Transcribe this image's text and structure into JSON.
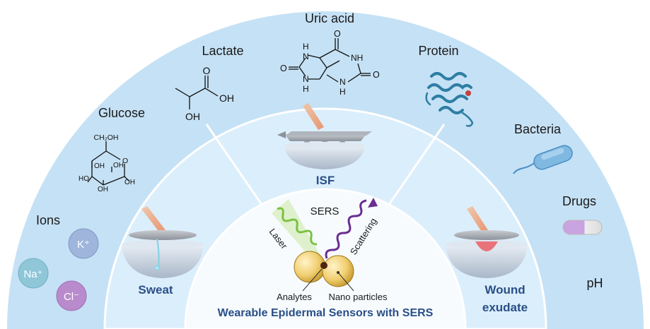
{
  "outer_labels": {
    "ions": "Ions",
    "glucose": "Glucose",
    "lactate": "Lactate",
    "uric_acid": "Uric acid",
    "protein": "Protein",
    "bacteria": "Bacteria",
    "drugs": "Drugs",
    "ph": "pH"
  },
  "ions": {
    "k": "K⁺",
    "na": "Na⁺",
    "cl": "Cl⁻"
  },
  "chem_text": {
    "glucose_ch2oh": "CH₂OH",
    "glucose_o": "O",
    "glucose_oh_a": "OH",
    "glucose_oh_b": "OH",
    "glucose_oh_c": "HO",
    "glucose_oh_d": "OH",
    "glucose_oh_e": "OH",
    "lactate_o": "O",
    "lactate_oh1": "OH",
    "lactate_oh2": "OH",
    "uric_o1": "O",
    "uric_o2": "O",
    "uric_o3": "O",
    "uric_h1": "H",
    "uric_n1": "N",
    "uric_nh1": "NH",
    "uric_n2": "N",
    "uric_h2": "H",
    "uric_n3": "N",
    "uric_h3": "H"
  },
  "middle_labels": {
    "sweat": "Sweat",
    "isf": "ISF",
    "wound_line1": "Wound",
    "wound_line2": "exudate"
  },
  "center": {
    "sers": "SERS",
    "laser": "Laser",
    "scattering": "Scattering",
    "analytes": "Analytes",
    "nano_particles": "Nano particles",
    "title": "Wearable Epidermal Sensors with SERS"
  },
  "colors": {
    "outer_ring": "#c5e1f5",
    "middle_ring": "#dbeefb",
    "inner_disc": "#f7fbfe",
    "label_blue": "#2a4f86",
    "laser_green": "#7bc142",
    "scatter_purple": "#6b2c91",
    "ion_k": "#9fb5dc",
    "ion_na": "#8fc6d8",
    "ion_cl": "#b98bcc"
  }
}
